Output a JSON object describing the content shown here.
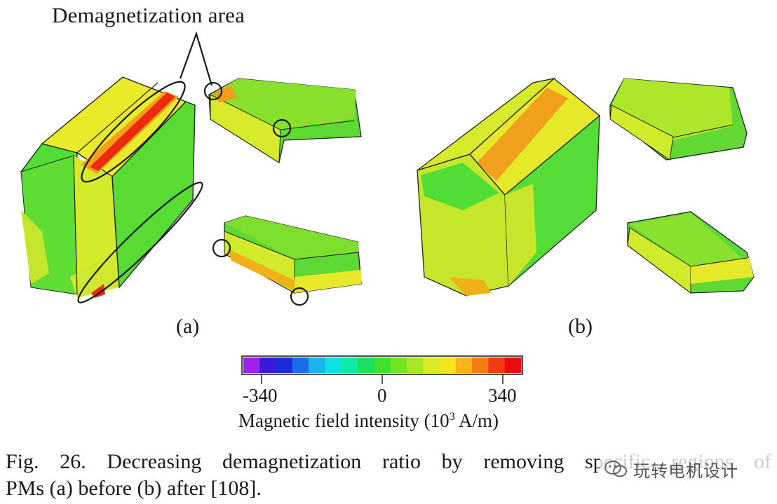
{
  "figure": {
    "annotation": "Demagnetization area",
    "panels": [
      {
        "label": "(a)"
      },
      {
        "label": "(b)"
      }
    ],
    "colorbar": {
      "ticks": [
        "-340",
        "0",
        "340"
      ],
      "title_prefix": "Magnetic field intensity (10",
      "title_sup": "3",
      "title_suffix": " A/m)",
      "colors": [
        "#a020f0",
        "#3a1ad8",
        "#1a2cd8",
        "#1a6ee8",
        "#19b4f0",
        "#10e0e0",
        "#10e8a8",
        "#18e060",
        "#3ee030",
        "#72e424",
        "#a6e828",
        "#d8ec2a",
        "#f4e41e",
        "#f8b418",
        "#f47c10",
        "#f03c10",
        "#e80c0c"
      ]
    },
    "icons": [
      "watermark-logo-icon"
    ]
  },
  "caption": {
    "line1": "Fig. 26.  Decreasing demagnetization ratio by removing specific regions of",
    "line2": "PMs (a) before (b) after [108]."
  },
  "watermark": {
    "text": "玩转电机设计"
  }
}
